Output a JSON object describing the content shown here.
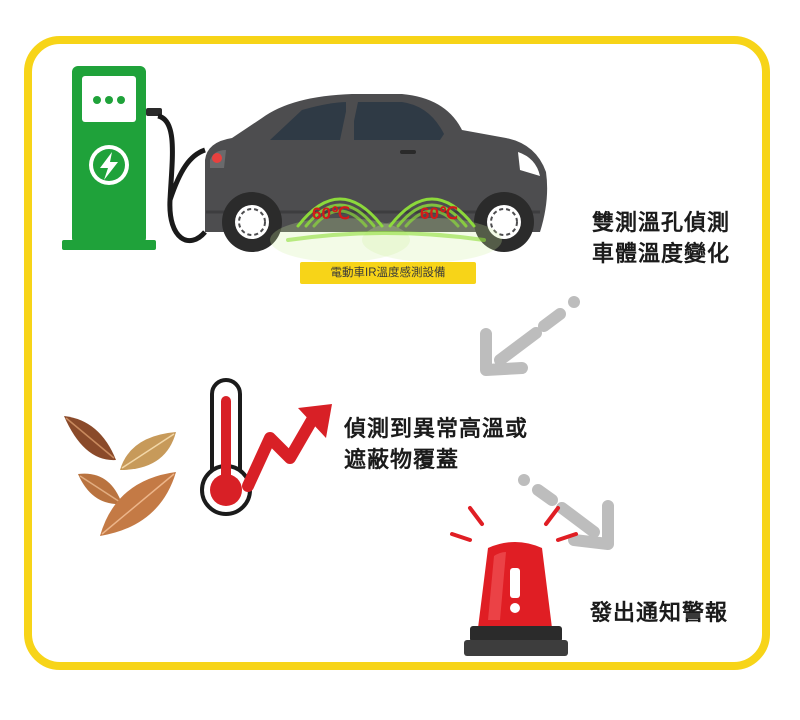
{
  "colors": {
    "frame": "#f7d418",
    "charger": "#1fa23a",
    "car_body": "#4d4d4f",
    "heat": "#8fe03a",
    "temp_text": "#d21a1a",
    "arrow_gray": "#bdbdbd",
    "thermometer": "#d82026",
    "alarm": "#e01e24"
  },
  "icons": [
    "charging-station-icon",
    "electric-car-icon",
    "thermometer-icon",
    "rising-arrow-icon",
    "leaves-icon",
    "alarm-light-icon"
  ],
  "car": {
    "left_wheel_temp": "60℃",
    "right_wheel_temp": "60℃",
    "device_label": "電動車IR溫度感測設備"
  },
  "step1": {
    "line1": "雙測溫孔偵測",
    "line2": "車體溫度變化"
  },
  "step2": {
    "line1": "偵測到異常高溫或",
    "line2": "遮蔽物覆蓋"
  },
  "step3": {
    "line1": "發出通知警報"
  }
}
